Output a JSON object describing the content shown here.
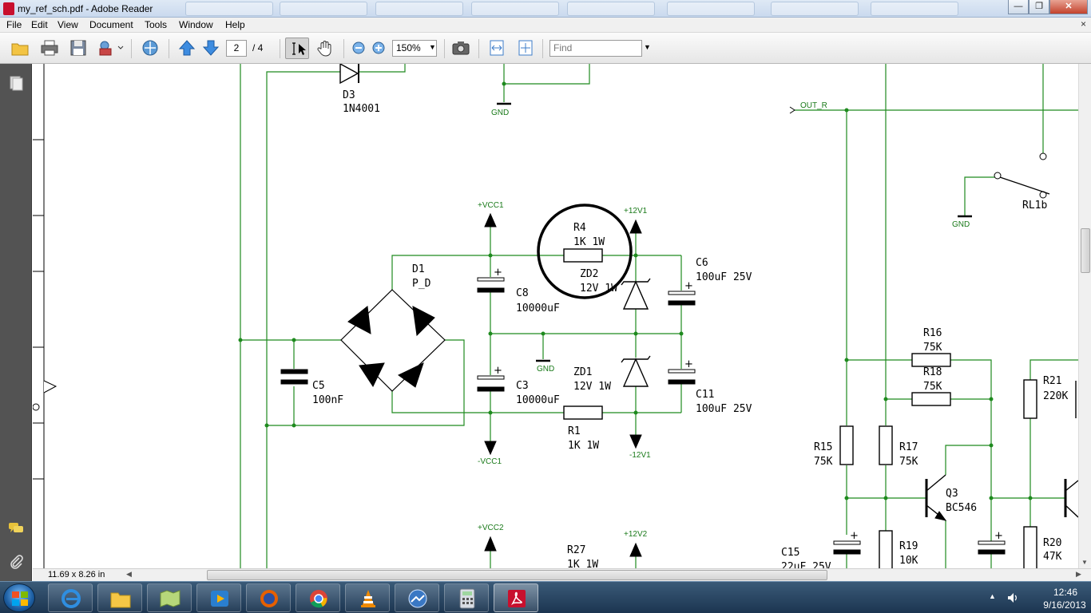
{
  "window": {
    "title": "my_ref_sch.pdf - Adobe Reader",
    "controls": {
      "minimize": "—",
      "maximize": "❐",
      "close": "✕"
    }
  },
  "menu": [
    "File",
    "Edit",
    "View",
    "Document",
    "Tools",
    "Window",
    "Help"
  ],
  "menu_close": "×",
  "toolbar": {
    "page_current": "2",
    "page_total": "/ 4",
    "zoom": "150%",
    "find_placeholder": "Find",
    "icons": [
      "open-folder-icon",
      "print-icon",
      "save-icon",
      "share-icon",
      "collaborate-icon",
      "prev-page-icon",
      "next-page-icon",
      "select-tool-icon",
      "hand-tool-icon",
      "zoom-out-icon",
      "zoom-in-icon",
      "snapshot-icon",
      "fit-width-icon",
      "fit-page-icon"
    ]
  },
  "status": {
    "page_size": "11.69 x 8.26 in"
  },
  "schematic": {
    "components": [
      {
        "ref": "D3",
        "value": "1N4001"
      },
      {
        "ref": "D1",
        "value": "P_D"
      },
      {
        "ref": "C5",
        "value": "100nF"
      },
      {
        "ref": "C8",
        "value": "10000uF"
      },
      {
        "ref": "C3",
        "value": "10000uF"
      },
      {
        "ref": "R4",
        "value": "1K 1W"
      },
      {
        "ref": "ZD2",
        "value": "12V 1W"
      },
      {
        "ref": "ZD1",
        "value": "12V 1W"
      },
      {
        "ref": "R1",
        "value": "1K 1W"
      },
      {
        "ref": "C6",
        "value": "100uF 25V"
      },
      {
        "ref": "C11",
        "value": "100uF 25V"
      },
      {
        "ref": "R27",
        "value": "1K 1W"
      },
      {
        "ref": "RL1b",
        "value": ""
      },
      {
        "ref": "R16",
        "value": "75K"
      },
      {
        "ref": "R18",
        "value": "75K"
      },
      {
        "ref": "R15",
        "value": "75K"
      },
      {
        "ref": "R17",
        "value": "75K"
      },
      {
        "ref": "R19",
        "value": "10K"
      },
      {
        "ref": "Q3",
        "value": "BC546"
      },
      {
        "ref": "R21",
        "value": "220K"
      },
      {
        "ref": "R20",
        "value": "47K"
      },
      {
        "ref": "C15",
        "value": "22uF 25V"
      }
    ],
    "nets": {
      "gnd": "GND",
      "vcc1_pos": "+VCC1",
      "vcc1_neg": "-VCC1",
      "v12_1_pos": "+12V1",
      "v12_1_neg": "-12V1",
      "vcc2_pos": "+VCC2",
      "v12_2_pos": "+12V2",
      "out_r": "OUT_R"
    }
  },
  "taskbar": {
    "apps": [
      "internet-explorer-icon",
      "file-explorer-icon",
      "maps-icon",
      "media-player-icon",
      "firefox-icon",
      "chrome-icon",
      "vlc-icon",
      "network-tool-icon",
      "calculator-icon",
      "adobe-reader-icon"
    ],
    "time": "12:46",
    "date": "9/16/2013"
  },
  "colors": {
    "wire": "#1e8a1e",
    "net_label": "#1a7a1a",
    "taskbar": "#1c3550",
    "nav_panel": "#535353"
  }
}
